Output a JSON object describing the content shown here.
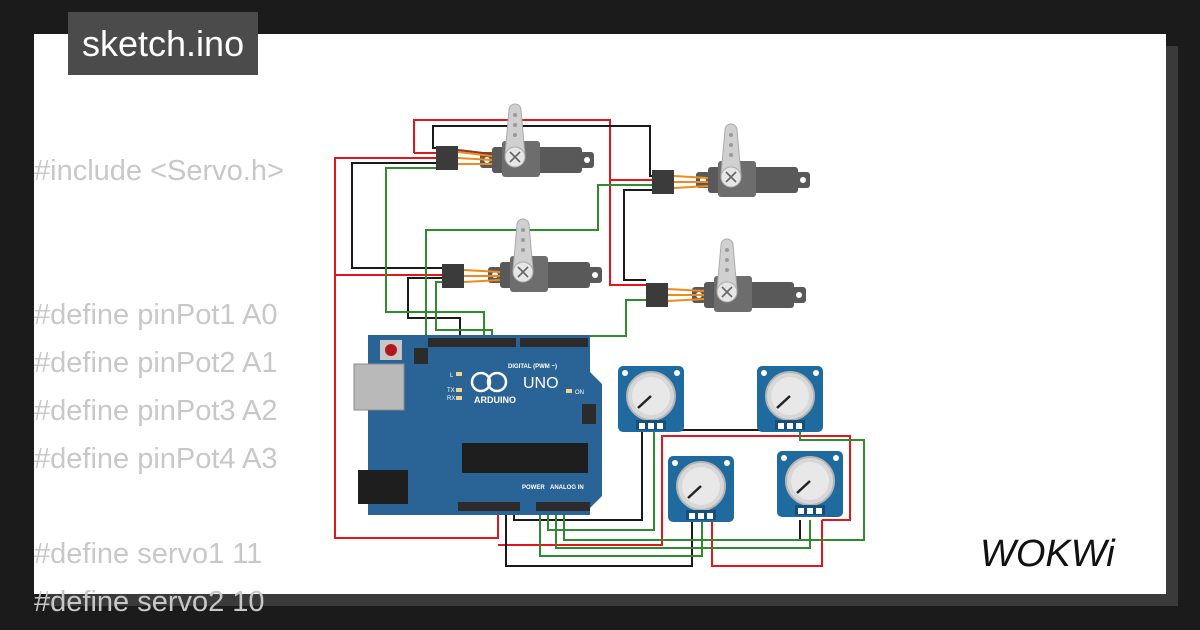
{
  "file_tab": {
    "label": "sketch.ino"
  },
  "code_lines": [
    "#include <Servo.h>",
    "",
    "",
    "#define pinPot1 A0",
    "#define pinPot2 A1",
    "#define pinPot3 A2",
    "#define pinPot4 A3",
    "",
    "#define servo1 11",
    "#define servo2 10"
  ],
  "board": {
    "brand": "ARDUINO",
    "model": "UNO",
    "digital_label": "DIGITAL (PWM ~)",
    "power_label": "POWER",
    "analog_label": "ANALOG IN",
    "on_label": "ON",
    "tx_label": "TX",
    "rx_label": "RX",
    "l_label": "L"
  },
  "components": {
    "servo_count": 4,
    "potentiometer_count": 4
  },
  "wire_colors": {
    "red": "#e3161b",
    "black": "#1a1a1a",
    "green": "#2e8b2e",
    "servo_signal": "#f08a1c"
  },
  "logo": {
    "text": "WOKWi"
  }
}
